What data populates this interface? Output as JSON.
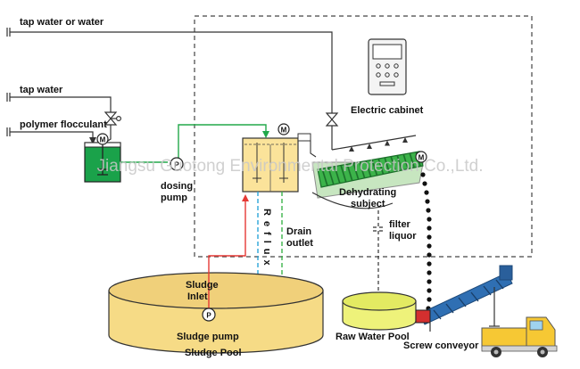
{
  "labels": {
    "tap_water_or_water": "tap water or water",
    "tap_water": "tap water",
    "polymer_flocculant": "polymer flocculant",
    "dosing": "dosing",
    "pump": "pump",
    "electric_cabinet": "Electric cabinet",
    "dehydrating": "Dehydrating",
    "subject": "subject",
    "filter": "filter",
    "liquor": "liquor",
    "reflux": "Reflux",
    "drain": "Drain",
    "outlet": "outlet",
    "sludge": "Sludge",
    "inlet": "Inlet",
    "sludge_pump": "Sludge pump",
    "sludge_pool": "Sludge Pool",
    "raw_water_pool": "Raw Water Pool",
    "screw_conveyor": "Screw conveyor"
  },
  "motor_symbol": "M",
  "pump_symbol": "P",
  "watermark": "Jiangsu Guotong Environmental Protection Co.,Ltd.",
  "colors": {
    "green_line": "#22a84a",
    "red_line": "#e53935",
    "blue_dashed": "#2aa6d8",
    "tank_fill": "#fbe39a",
    "pool_fill": "#f6db86",
    "raw_pool_fill": "#eef27a",
    "screw_green": "#3cb34a",
    "truck_yellow": "#f6c834",
    "screw_conveyor_blue": "#2f6fb3"
  }
}
